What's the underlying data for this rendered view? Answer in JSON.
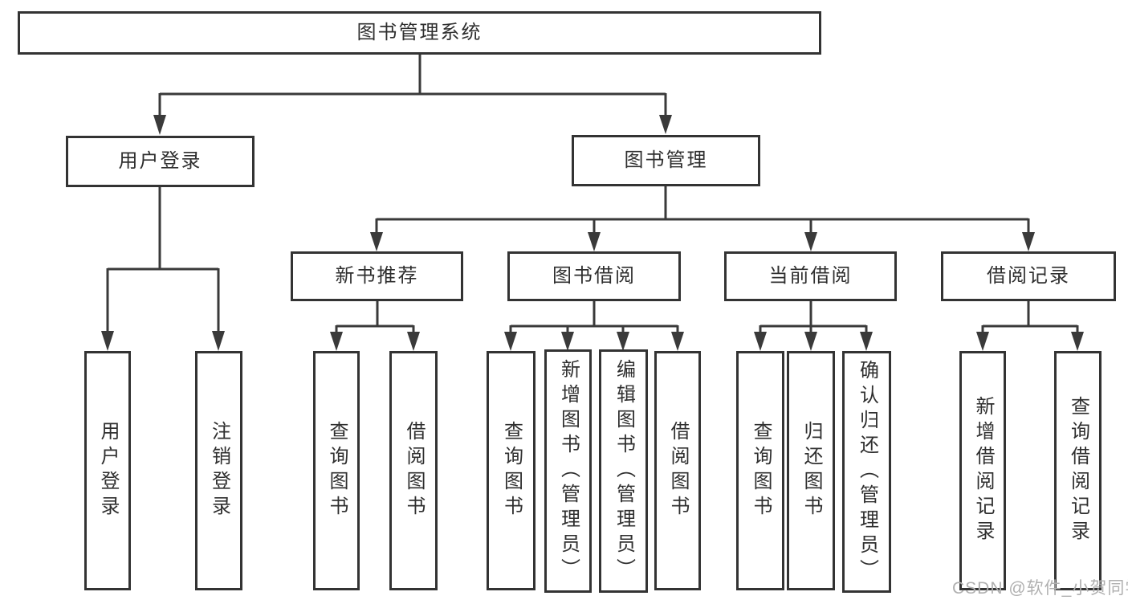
{
  "diagram": {
    "title": "图书管理系统",
    "nodes": [
      {
        "id": "root",
        "label": "图书管理系统"
      },
      {
        "id": "user-login",
        "label": "用户登录"
      },
      {
        "id": "book-mgmt",
        "label": "图书管理"
      },
      {
        "id": "new-book-rec",
        "label": "新书推荐"
      },
      {
        "id": "book-borrow",
        "label": "图书借阅"
      },
      {
        "id": "current-borrow",
        "label": "当前借阅"
      },
      {
        "id": "borrow-records",
        "label": "借阅记录"
      },
      {
        "id": "leaf-user-login",
        "label": "用户登录"
      },
      {
        "id": "leaf-logout",
        "label": "注销登录"
      },
      {
        "id": "leaf-query-book-1",
        "label": "查询图书"
      },
      {
        "id": "leaf-borrow-book-1",
        "label": "借阅图书"
      },
      {
        "id": "leaf-query-book-2",
        "label": "查询图书"
      },
      {
        "id": "leaf-add-book",
        "label": "新增图书（管理员）"
      },
      {
        "id": "leaf-edit-book",
        "label": "编辑图书（管理员）"
      },
      {
        "id": "leaf-borrow-book-2",
        "label": "借阅图书"
      },
      {
        "id": "leaf-query-book-3",
        "label": "查询图书"
      },
      {
        "id": "leaf-return-book",
        "label": "归还图书"
      },
      {
        "id": "leaf-confirm-return",
        "label": "确认归还（管理员）"
      },
      {
        "id": "leaf-add-record",
        "label": "新增借阅记录"
      },
      {
        "id": "leaf-query-record",
        "label": "查询借阅记录"
      }
    ],
    "edges": [
      "图书管理系统→用户登录",
      "图书管理系统→图书管理",
      "用户登录→用户登录(叶)",
      "用户登录→注销登录",
      "图书管理→新书推荐",
      "图书管理→图书借阅",
      "图书管理→当前借阅",
      "图书管理→借阅记录",
      "新书推荐→查询图书",
      "新书推荐→借阅图书",
      "图书借阅→查询图书",
      "图书借阅→新增图书（管理员）",
      "图书借阅→编辑图书（管理员）",
      "图书借阅→借阅图书",
      "当前借阅→查询图书",
      "当前借阅→归还图书",
      "当前借阅→确认归还（管理员）",
      "借阅记录→新增借阅记录",
      "借阅记录→查询借阅记录"
    ]
  },
  "watermark": {
    "text": "CSDN @软件_小贺同学"
  },
  "colors": {
    "line": "#3a3a3a",
    "box_border": "#333333",
    "box_fill": "#ffffff",
    "text": "#2f2f2f",
    "watermark": "#b0b0b0"
  }
}
